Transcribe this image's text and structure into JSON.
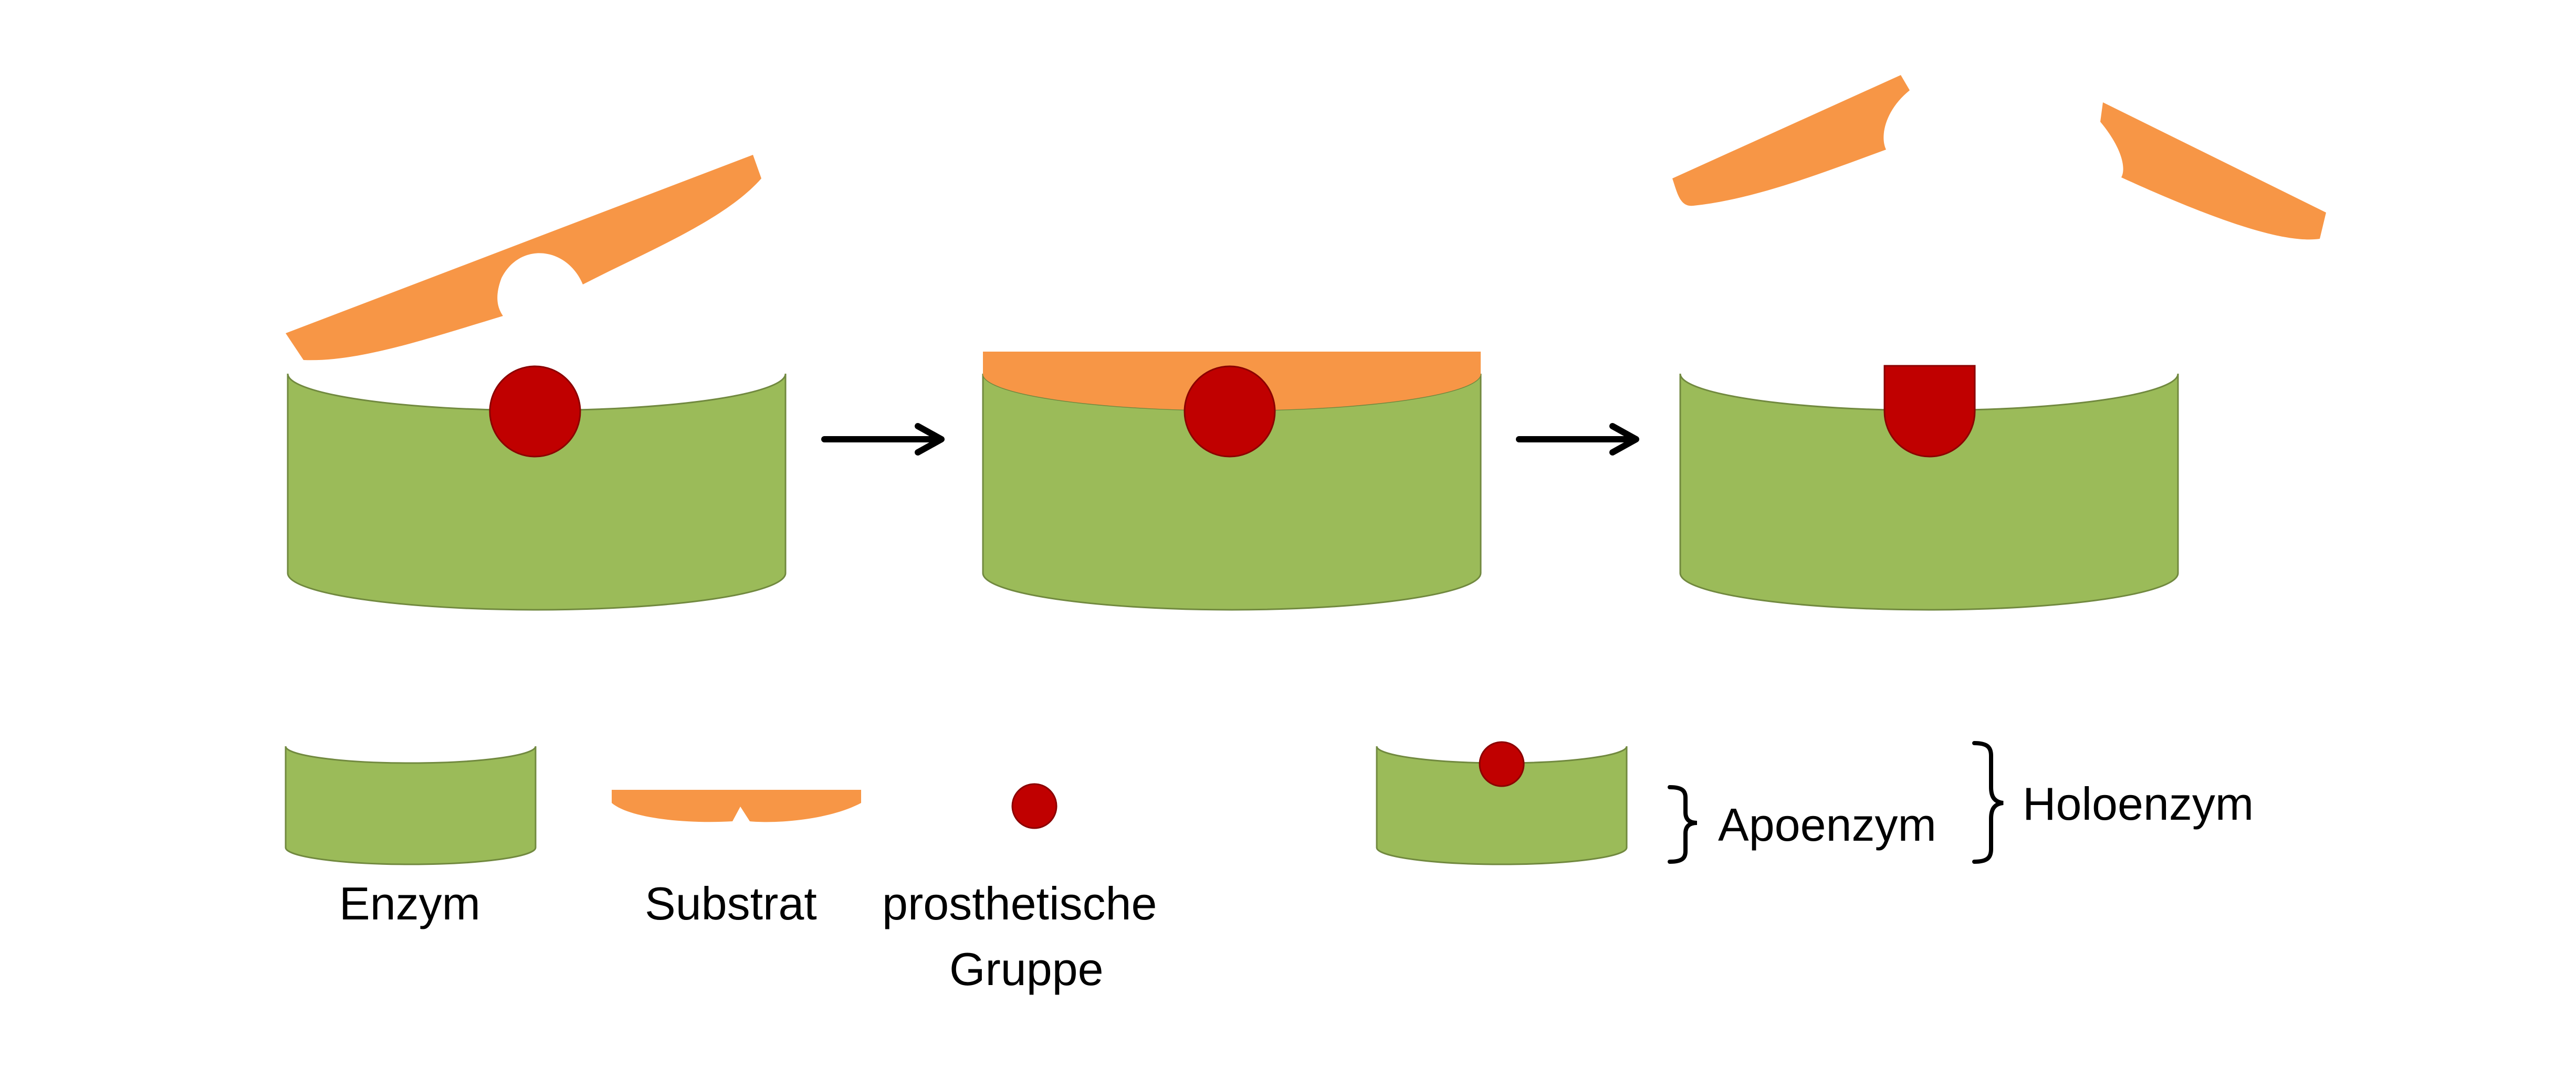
{
  "colors": {
    "enzyme": "#9bbb59",
    "enzyme_stroke": "#71893f",
    "substrate": "#f79646",
    "prosthetic_group": "#c00000",
    "prosthetic_stroke": "#8b0000",
    "arrow": "#000000"
  },
  "legend": {
    "enzyme_label": "Enzym",
    "substrate_label": "Substrat",
    "prosthetic_label_line1": "prosthetische",
    "prosthetic_label_line2": "Gruppe",
    "apoenzyme_label": "Apoenzym",
    "holoenzyme_label": "Holoenzym"
  }
}
